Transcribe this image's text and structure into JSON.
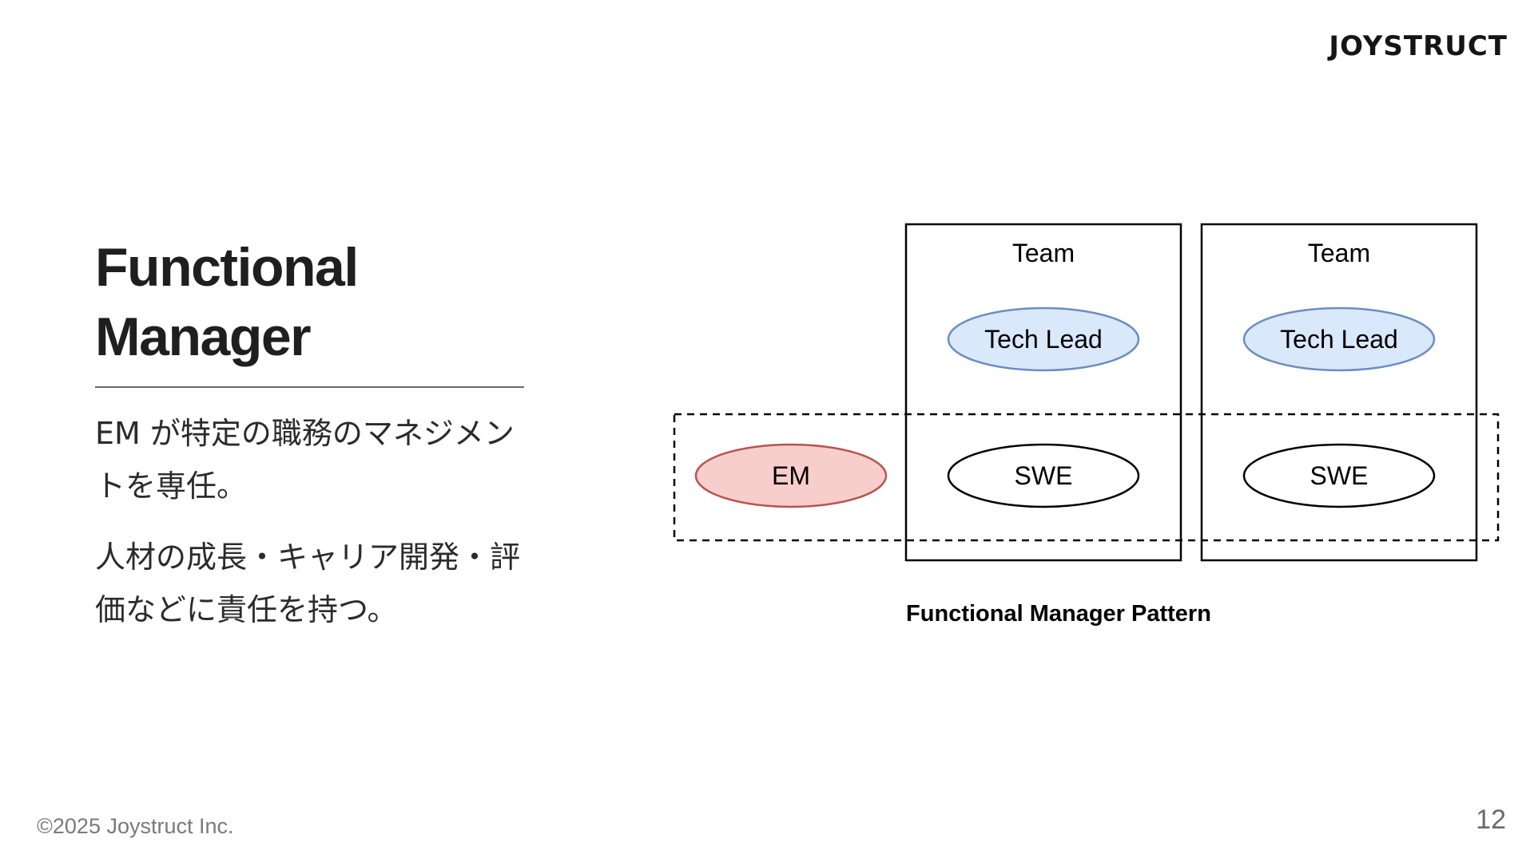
{
  "logo": "JOYSTRUCT",
  "title_line1": "Functional",
  "title_line2": "Manager",
  "paragraph1": "EM が特定の職務のマネジメントを専任。",
  "paragraph2": "人材の成長・キャリア開発・評価などに責任を持つ。",
  "diagram": {
    "teams": [
      {
        "label": "Team",
        "lead": "Tech Lead",
        "member": "SWE"
      },
      {
        "label": "Team",
        "lead": "Tech Lead",
        "member": "SWE"
      }
    ],
    "manager": "EM",
    "caption": "Functional Manager Pattern",
    "colors": {
      "em_fill": "#f8cecc",
      "em_stroke": "#b85450",
      "lead_fill": "#dae8fc",
      "lead_stroke": "#6c8ebf"
    }
  },
  "footer": "©2025 Joystruct Inc.",
  "page_number": "12"
}
